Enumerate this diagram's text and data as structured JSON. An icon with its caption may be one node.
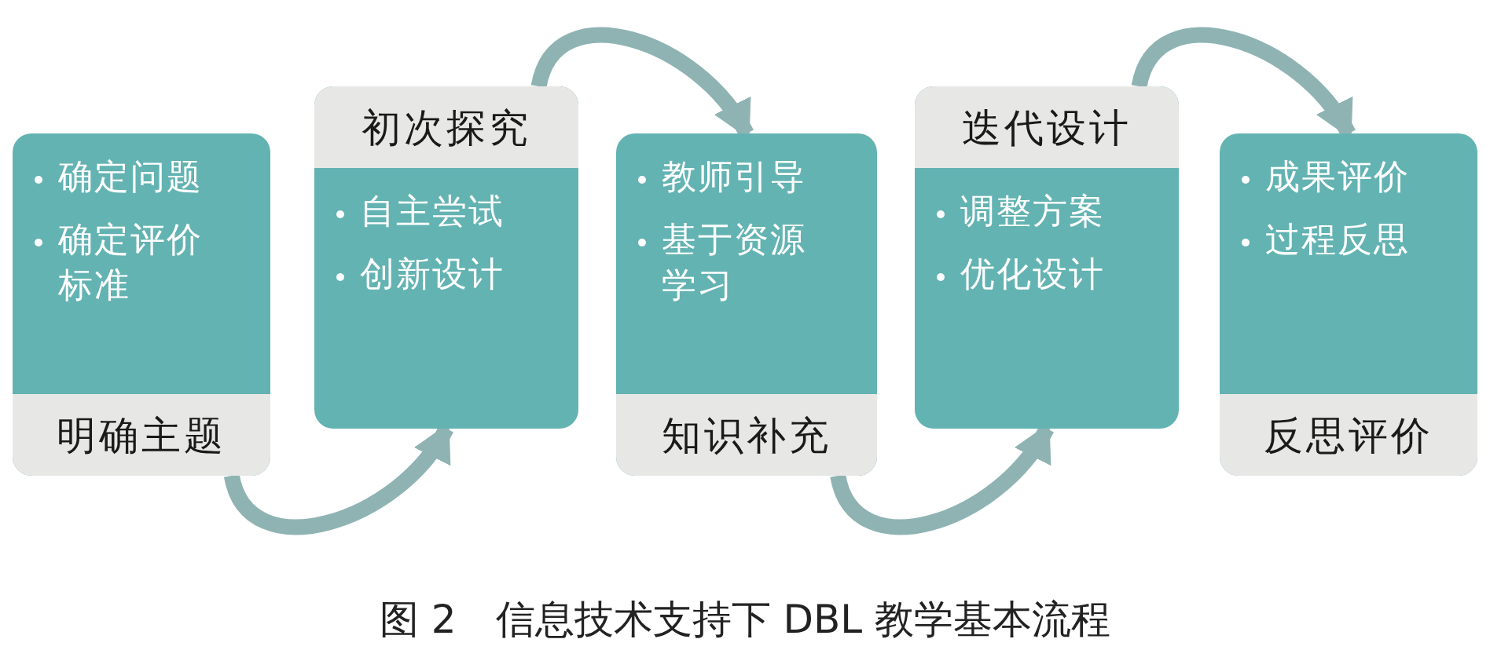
{
  "diagram": {
    "caption": "图 2　信息技术支持下 DBL 教学基本流程",
    "nodes": [
      {
        "text": [
          "确定问题",
          "确定评价标准",
          "明确主题"
        ]
      },
      {
        "text": [
          "初次探究",
          "自主尝试",
          "创新设计"
        ]
      },
      {
        "text": [
          "教师引导",
          "基于资源学习",
          "知识补充"
        ]
      },
      {
        "text": [
          "迭代设计",
          "调整方案",
          "优化设计"
        ]
      },
      {
        "text": [
          "成果评价",
          "过程反思",
          "反思评价"
        ]
      }
    ],
    "edges": [
      {
        "from": 0,
        "to": 1,
        "arrow": "to"
      },
      {
        "from": 1,
        "to": 2,
        "arrow": "to"
      },
      {
        "from": 2,
        "to": 3,
        "arrow": "to"
      },
      {
        "from": 3,
        "to": 4,
        "arrow": "to"
      }
    ]
  }
}
